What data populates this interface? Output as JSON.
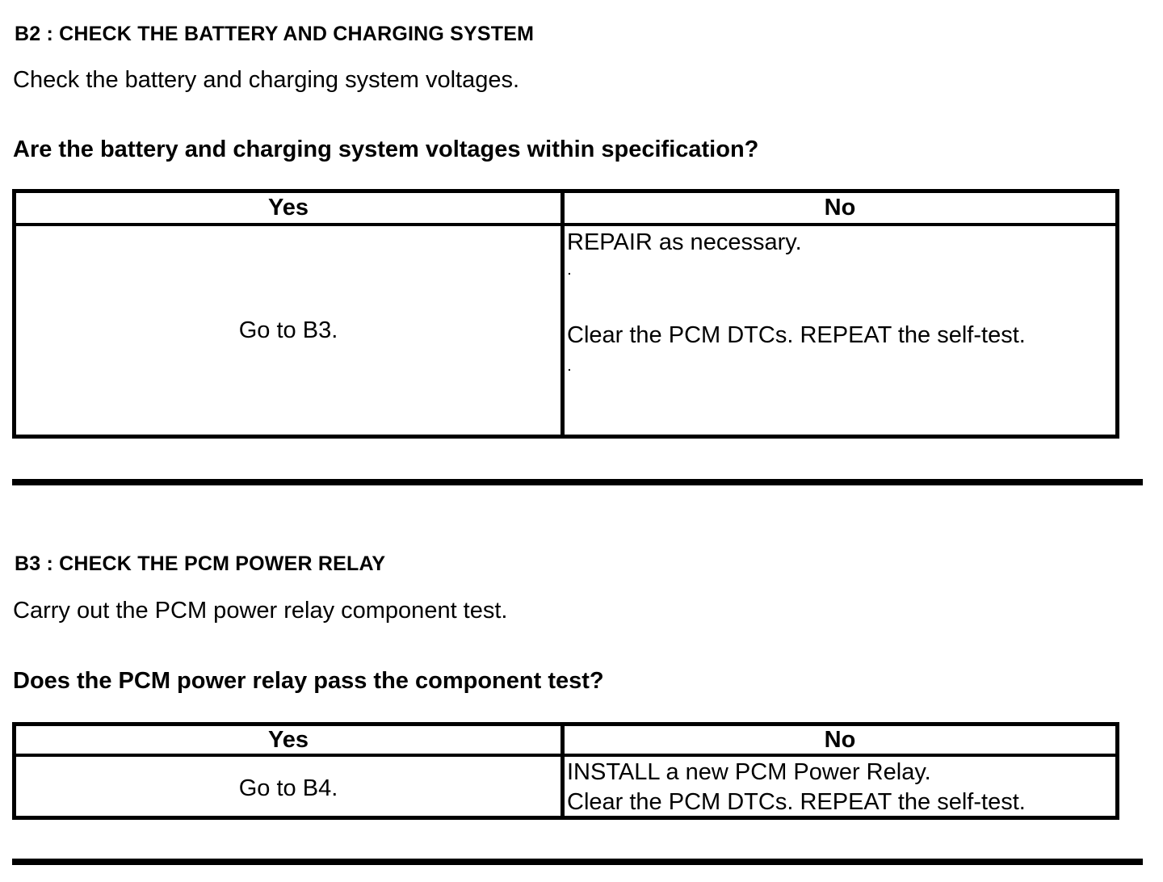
{
  "page": {
    "background": "#ffffff",
    "text_color": "#000000",
    "border_color": "#000000"
  },
  "sections": [
    {
      "id": "B2",
      "title": "B2 : CHECK THE BATTERY AND CHARGING SYSTEM",
      "instruction": "Check the battery and charging system voltages.",
      "question": "Are the battery and charging system voltages within specification?",
      "table": {
        "headers": [
          "Yes",
          "No"
        ],
        "yes_action": "Go to B3.",
        "no_lines": [
          "REPAIR as necessary.",
          "Clear the PCM DTCs. REPEAT the self-test."
        ],
        "stray_dots": [
          ".",
          "."
        ]
      }
    },
    {
      "id": "B3",
      "title": "B3 : CHECK THE PCM POWER RELAY",
      "instruction": "Carry out the PCM power relay component test.",
      "question": "Does the PCM power relay pass the component test?",
      "table": {
        "headers": [
          "Yes",
          "No"
        ],
        "yes_action": "Go to B4.",
        "no_lines": [
          "INSTALL a new PCM Power Relay.",
          "Clear the PCM DTCs. REPEAT the self-test."
        ]
      }
    }
  ]
}
